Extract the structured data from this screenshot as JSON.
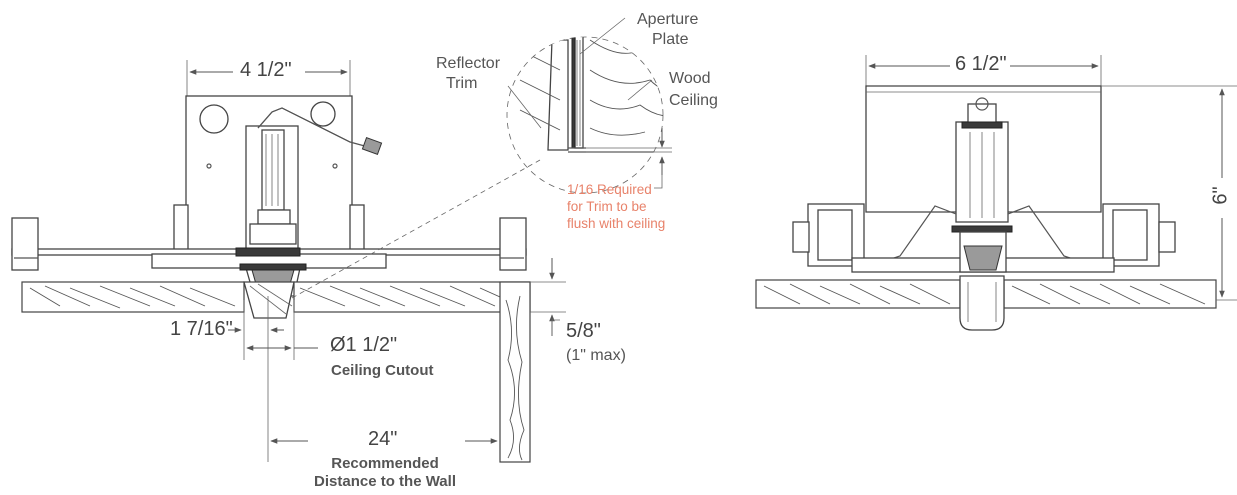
{
  "dimensions": {
    "housing_width": "4 1/2\"",
    "trim_offset": "1 7/16\"",
    "cutout_diameter": "Ø1 1/2\"",
    "cutout_label": "Ceiling Cutout",
    "ceiling_thickness": "5/8\"",
    "ceiling_max": "(1\" max)",
    "wall_distance": "24\"",
    "wall_distance_label_1": "Recommended",
    "wall_distance_label_2": "Distance to the Wall",
    "side_width": "6 1/2\"",
    "side_height": "6\""
  },
  "callouts": {
    "aperture_plate_1": "Aperture",
    "aperture_plate_2": "Plate",
    "reflector_trim_1": "Reflector",
    "reflector_trim_2": "Trim",
    "wood_ceiling_1": "Wood",
    "wood_ceiling_2": "Ceiling",
    "flush_note_1": "1/16 Required",
    "flush_note_2": "for Trim to be",
    "flush_note_3": "flush with ceiling"
  },
  "colors": {
    "line": "#555555",
    "note": "#e8826a"
  }
}
